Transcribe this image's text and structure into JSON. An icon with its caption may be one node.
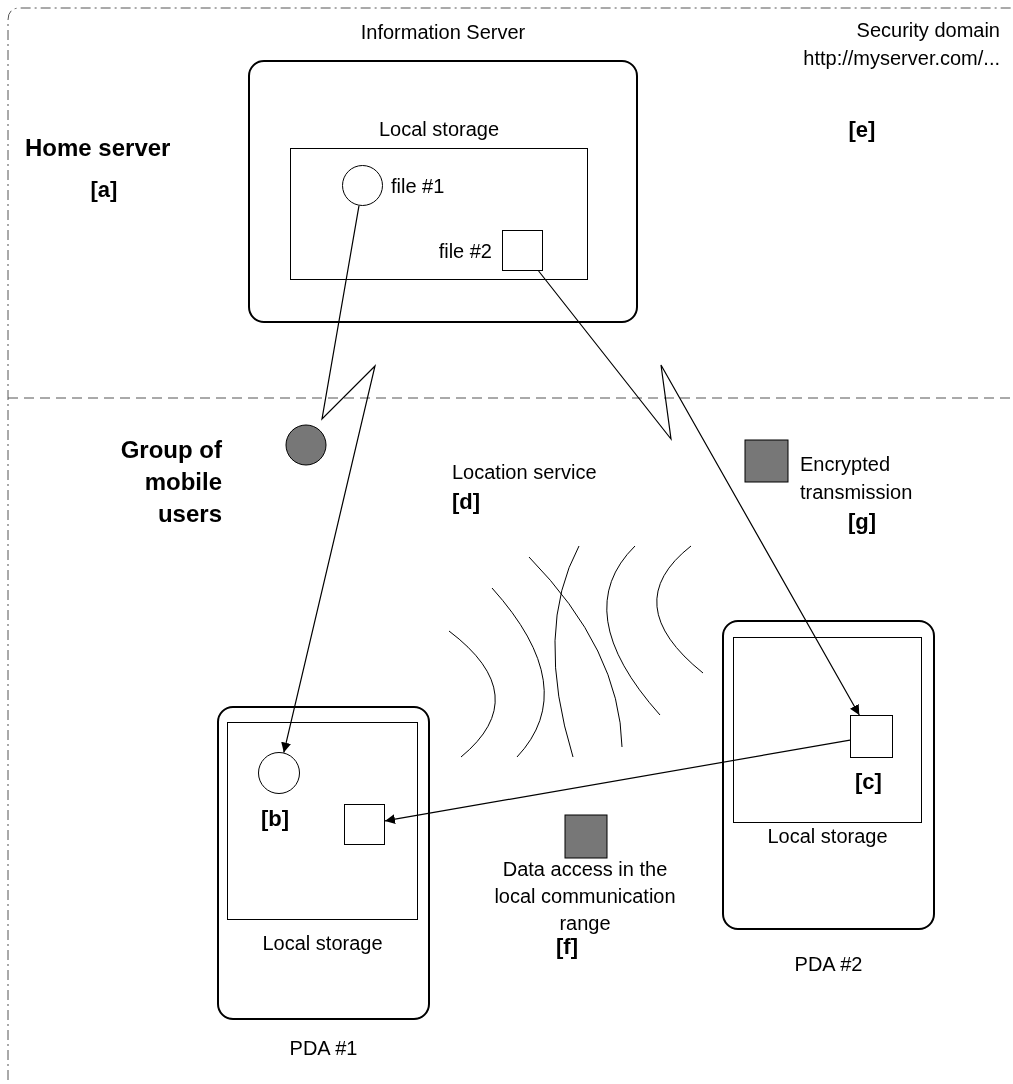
{
  "diagram": {
    "nodes": [
      {
        "text": [
          "Information Server"
        ]
      },
      {
        "text": [
          "Local storage"
        ],
        "in": 0
      },
      {
        "text": [],
        "shape": "circle",
        "in": 1,
        "beside": [
          "file #1"
        ]
      },
      {
        "text": [],
        "shape": "box",
        "in": 1,
        "beside": [
          "file #2"
        ]
      },
      {
        "text": [
          "PDA #1"
        ]
      },
      {
        "text": [
          "Local storage"
        ],
        "in": 4
      },
      {
        "text": [],
        "shape": "circle",
        "in": 5,
        "beside": [
          "[b]"
        ]
      },
      {
        "text": [],
        "shape": "box",
        "in": 5
      },
      {
        "text": [
          "PDA #2"
        ]
      },
      {
        "text": [
          "Local storage"
        ],
        "in": 8
      },
      {
        "text": [],
        "shape": "box",
        "in": 9,
        "beside": [
          "[c]"
        ]
      }
    ],
    "edges": [
      {
        "from": 2,
        "to": 6,
        "arrow": "to"
      },
      {
        "from": 3,
        "to": 10,
        "arrow": "to"
      },
      {
        "from": 10,
        "to": 7,
        "arrow": "to"
      }
    ],
    "labels": [
      "Security domain",
      "http://myserver.com/...",
      "[e]",
      "Home server",
      "[a]",
      "Encrypted transmission",
      "Group of mobile users",
      "[g]",
      "Location service",
      "[d]",
      "Data access in the local communication range",
      "[f]"
    ]
  }
}
